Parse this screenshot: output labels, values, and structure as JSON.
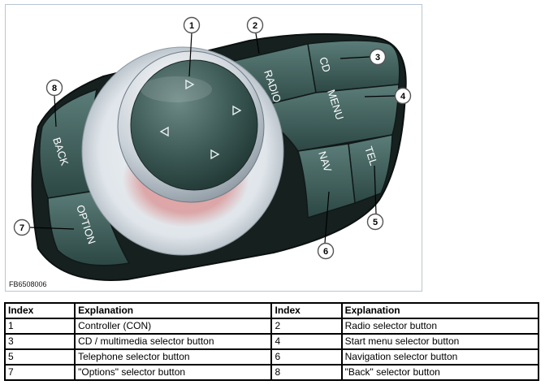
{
  "figure": {
    "code": "FB6508006",
    "buttons": {
      "radio": "RADIO",
      "cd": "CD",
      "menu": "MENU",
      "tel": "TEL",
      "nav": "NAV",
      "back": "BACK",
      "option": "OPTION"
    },
    "callouts": [
      "1",
      "2",
      "3",
      "4",
      "5",
      "6",
      "7",
      "8"
    ]
  },
  "legend": {
    "headers": [
      "Index",
      "Explanation",
      "Index",
      "Explanation"
    ],
    "rows": [
      [
        "1",
        "Controller (CON)",
        "2",
        "Radio selector button"
      ],
      [
        "3",
        "CD / multimedia selector button",
        "4",
        "Start menu selector button"
      ],
      [
        "5",
        "Telephone selector button",
        "6",
        "Navigation selector button"
      ],
      [
        "7",
        "\"Options\" selector button",
        "8",
        "\"Back\" selector button"
      ]
    ]
  },
  "colors": {
    "button_face": "#3d5e5a",
    "knob_face": "#3a5753",
    "chrome": "#d8dfe6",
    "accent_red": "#d88a8a",
    "frame_border": "#b9c6d2"
  }
}
